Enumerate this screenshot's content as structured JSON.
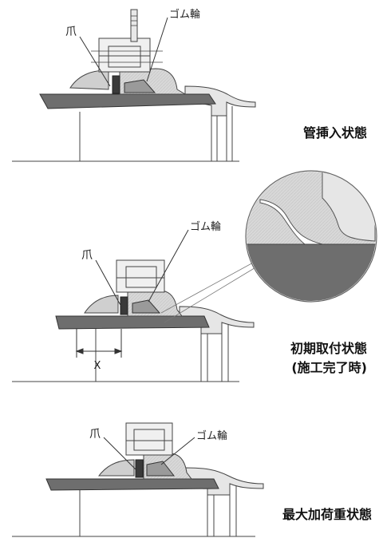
{
  "panels": [
    {
      "id": "insert",
      "state_label": "管挿入状態",
      "claw_label": "爪",
      "gasket_label": "ゴム輪"
    },
    {
      "id": "initial",
      "state_label_line1": "初期取付状態",
      "state_label_line2": "(施工完了時)",
      "claw_label": "爪",
      "gasket_label": "ゴム輪",
      "dimension_label": "X"
    },
    {
      "id": "maxload",
      "state_label": "最大加荷重状態",
      "claw_label": "爪",
      "gasket_label": "ゴム輪"
    }
  ],
  "colors": {
    "pipe_fill": "#6e6e6e",
    "body_fill": "#d2d2d2",
    "line": "#333333",
    "claw_fill": "#3a3a3a",
    "background": "#ffffff"
  }
}
